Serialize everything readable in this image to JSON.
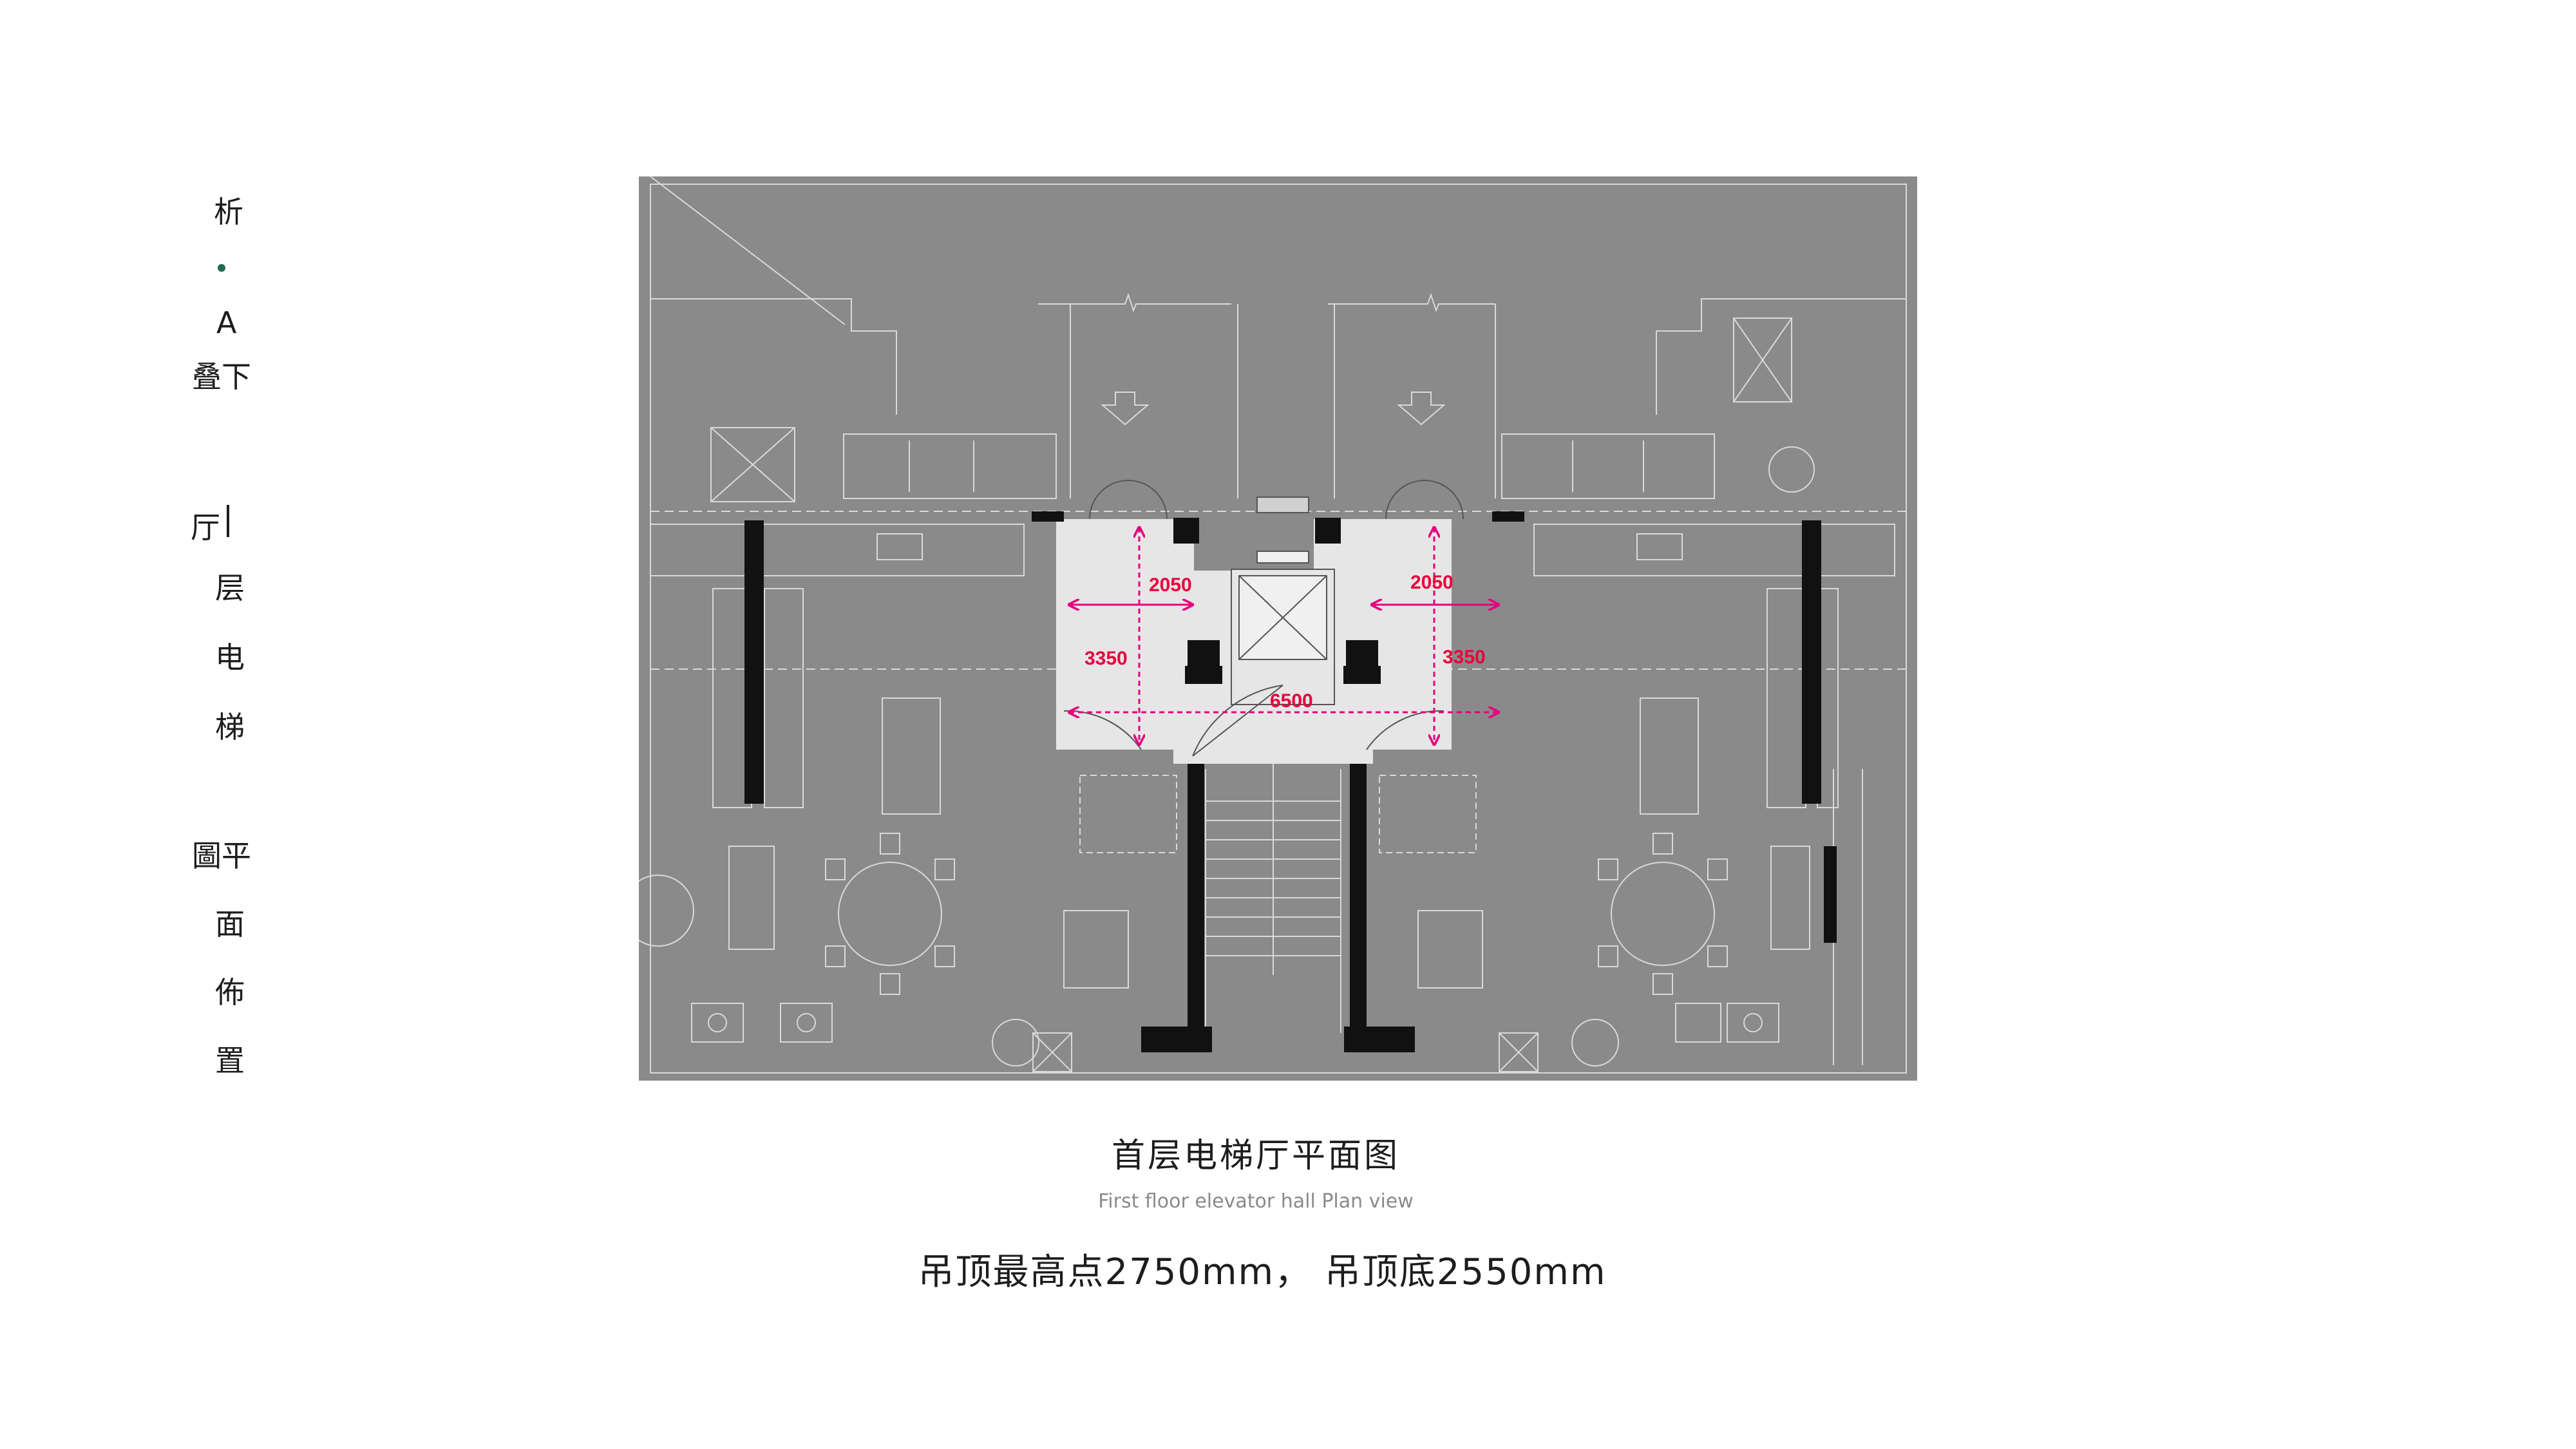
{
  "side_title": {
    "chars": [
      "析",
      "A",
      "叠下",
      "厅",
      "层",
      "电",
      "梯",
      "圖平",
      "面",
      "佈",
      "置"
    ]
  },
  "plan": {
    "dimensions": {
      "left_width": "2050",
      "right_width": "2050",
      "left_depth": "3350",
      "right_depth": "3350",
      "total_width": "6500"
    },
    "colors": {
      "background": "#8a8a8a",
      "hall_floor": "#e6e6e6",
      "dimension_line": "#e6007e",
      "dimension_text": "#e8003d",
      "wall": "#111111",
      "linework": "#d9d9d9"
    }
  },
  "caption": {
    "title": "首层电梯厅平面图",
    "subtitle": "First floor elevator hall Plan view",
    "ceiling_note": "吊顶最高点2750mm， 吊顶底2550mm"
  }
}
